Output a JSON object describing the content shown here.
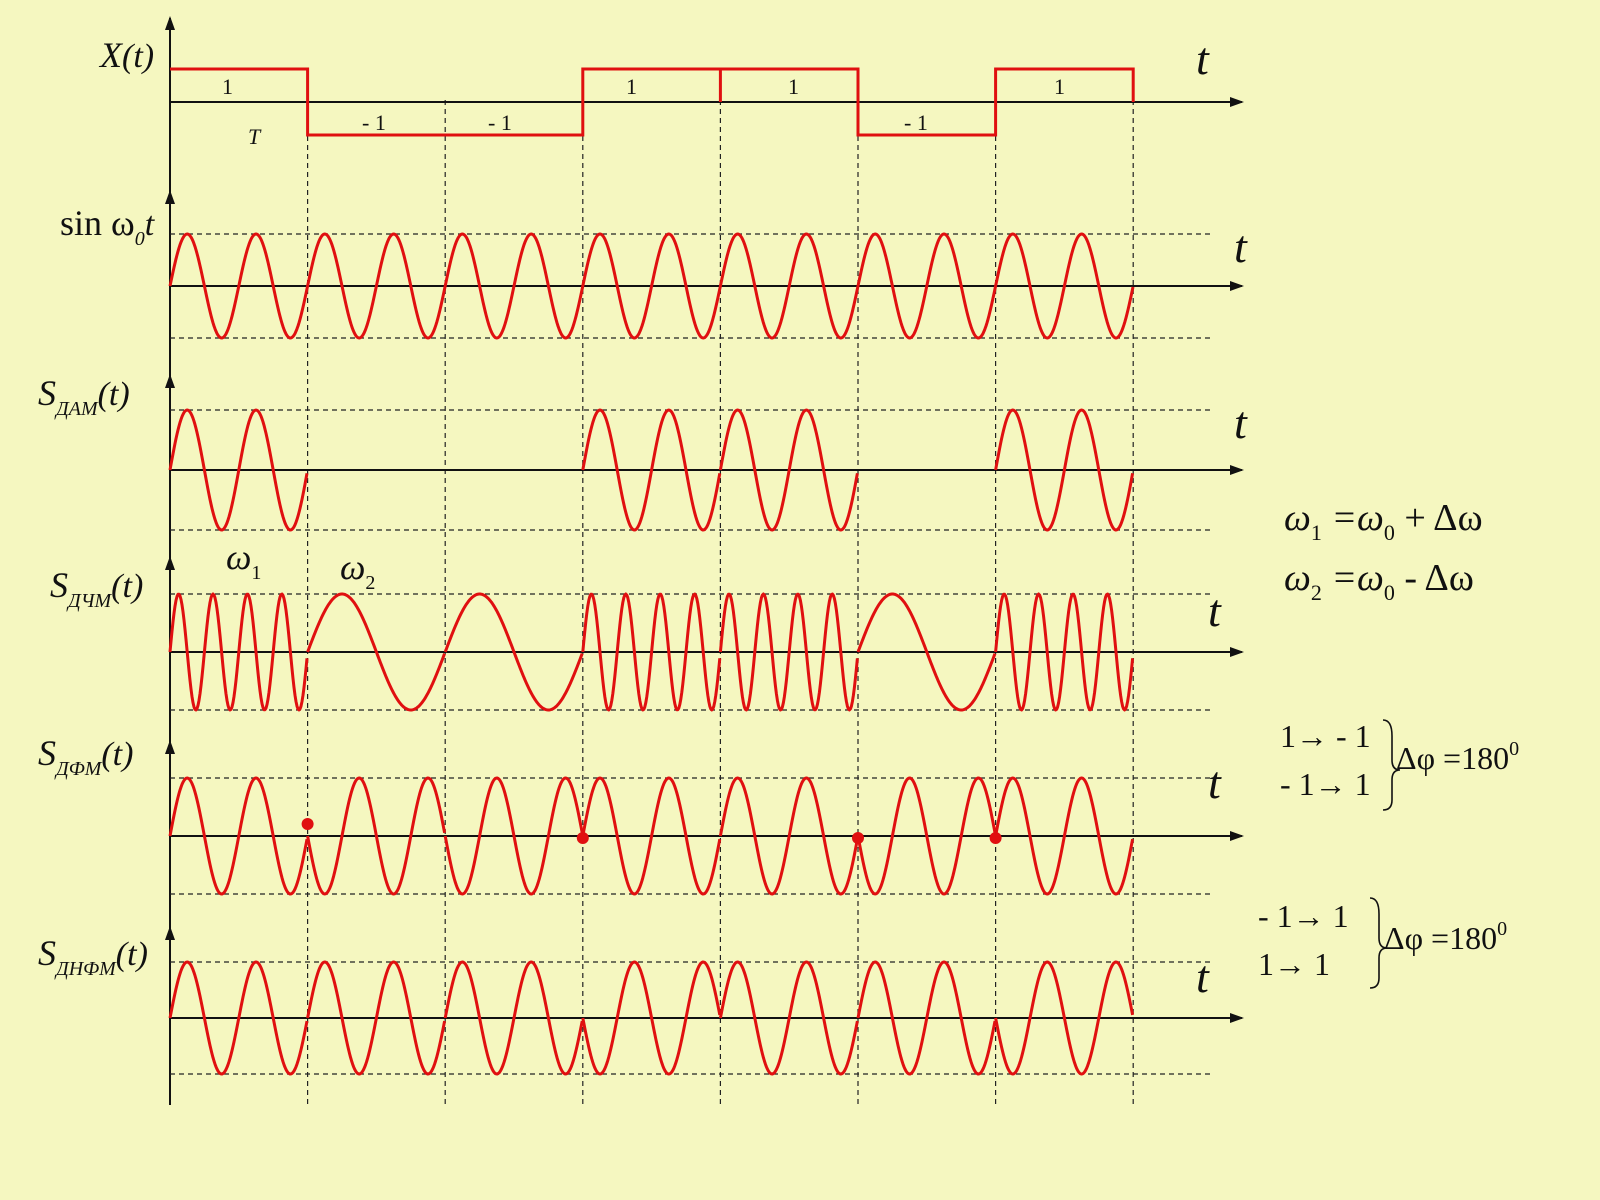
{
  "signals": [
    {
      "id": "x",
      "name": "X",
      "sub": "",
      "arg": "(t)"
    },
    {
      "id": "sin",
      "name": "sin ω",
      "sub": "0",
      "arg": "t"
    },
    {
      "id": "dam",
      "name": "S",
      "sub": "ДАМ",
      "arg": "(t)"
    },
    {
      "id": "dchm",
      "name": "S",
      "sub": "ДЧМ",
      "arg": "(t)"
    },
    {
      "id": "dfm",
      "name": "S",
      "sub": "ДФМ",
      "arg": "(t)"
    },
    {
      "id": "dnfm",
      "name": "S",
      "sub": "ДНФМ",
      "arg": "(t)"
    }
  ],
  "axis_label": "t",
  "bit_sequence": [
    1,
    -1,
    -1,
    1,
    1,
    -1,
    1
  ],
  "bit_labels": [
    "1",
    "- 1",
    "- 1",
    "1",
    "1",
    "- 1",
    "1"
  ],
  "period_label": "T",
  "freq_labels": {
    "w1": "ω",
    "w1_sub": "1",
    "w2": "ω",
    "w2_sub": "2"
  },
  "formulas": {
    "f1": {
      "lhs": "ω",
      "lhs_sub": "1",
      "eq": " =ω",
      "eq_sub": "0",
      "rhs": " + Δω"
    },
    "f2": {
      "lhs": "ω",
      "lhs_sub": "2",
      "eq": " =ω",
      "eq_sub": "0",
      "rhs": " - Δω"
    }
  },
  "dfm_rule": {
    "lines": [
      "1→ - 1",
      "- 1→ 1"
    ],
    "result": "Δφ =180",
    "result_sup": "0"
  },
  "dnfm_rule": {
    "lines": [
      "- 1→ 1",
      "1→ 1"
    ],
    "result": "Δφ =180",
    "result_sup": "0"
  },
  "colors": {
    "wave": "#e01010",
    "axis": "#111111",
    "grid": "#222222",
    "background": "#f5f7c0"
  }
}
